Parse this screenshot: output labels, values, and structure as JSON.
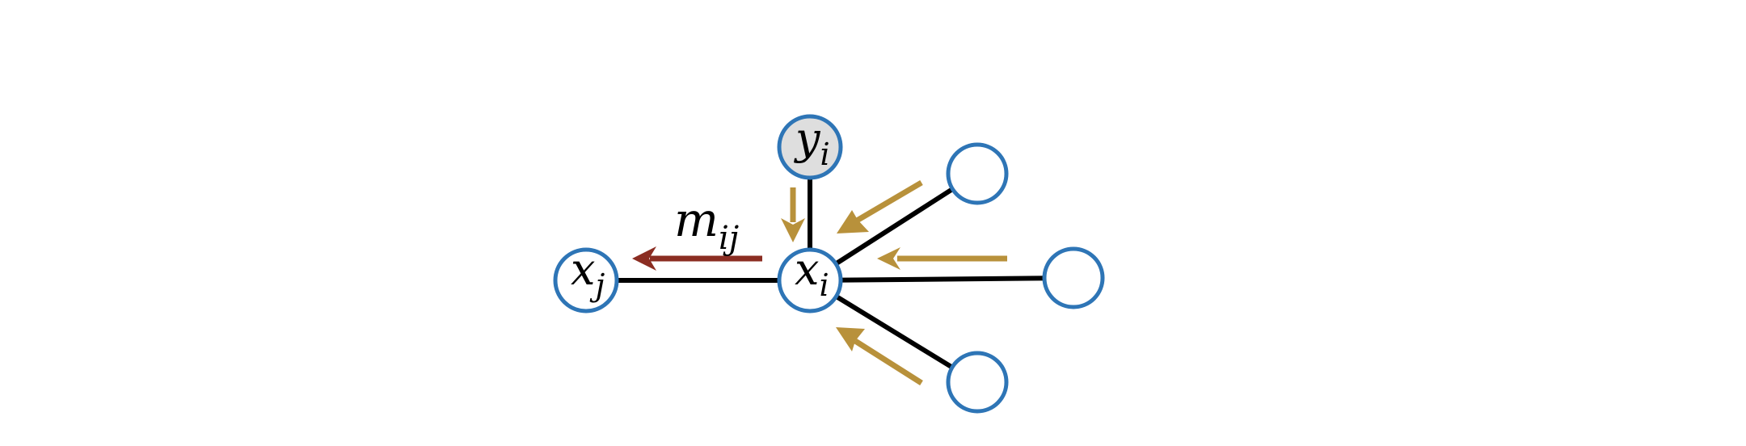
{
  "nodes": {
    "x_i": {
      "symbol": "x",
      "subscript": "i"
    },
    "x_j": {
      "symbol": "x",
      "subscript": "j"
    },
    "y_i": {
      "symbol": "y",
      "subscript": "i"
    }
  },
  "message": {
    "symbol": "m",
    "subscript": "ij"
  },
  "colors": {
    "node_stroke": "#2e75b6",
    "observed_fill": "#dedede",
    "edge": "#000000",
    "incoming_message": "#b8913b",
    "outgoing_message": "#8b2d22"
  }
}
